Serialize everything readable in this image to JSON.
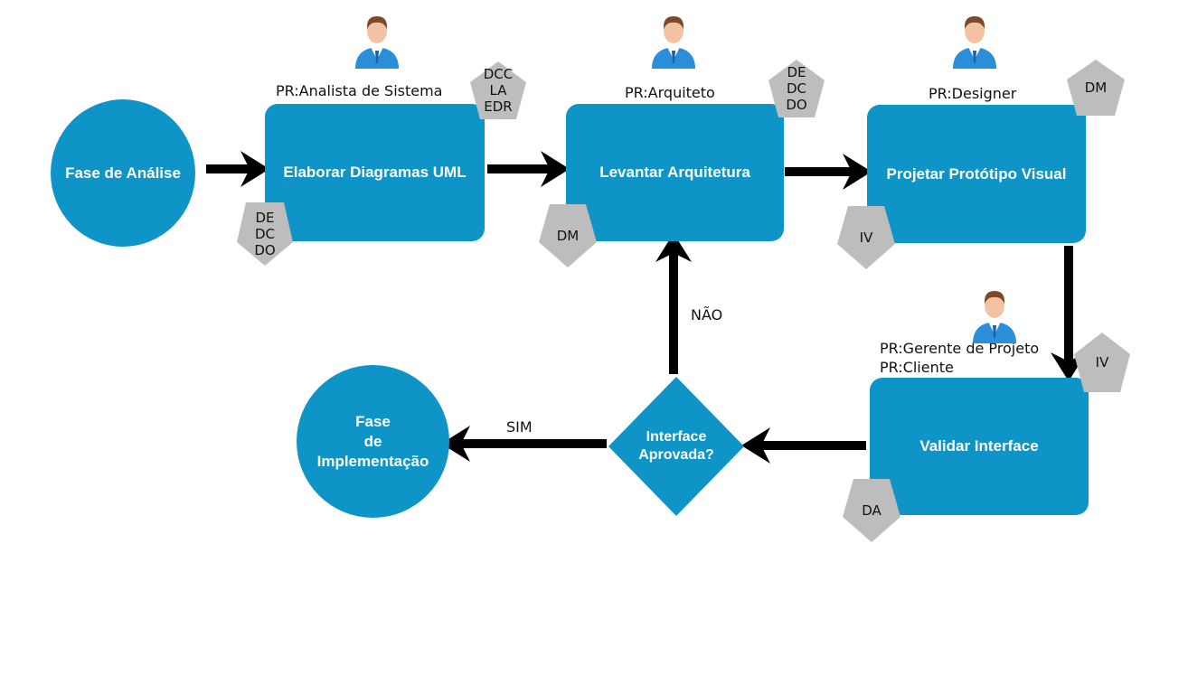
{
  "nodes": {
    "fase_analise": "Fase de Análise",
    "elaborar": "Elaborar Diagramas UML",
    "levantar": "Levantar Arquitetura",
    "projetar": "Projetar Protótipo Visual",
    "validar": "Validar Interface",
    "decisao": "Interface\nAprovada?",
    "fase_implementacao": "Fase\nde\nImplementação"
  },
  "roles": {
    "elaborar": "PR:Analista de Sistema",
    "levantar": "PR:Arquiteto",
    "projetar": "PR:Designer",
    "validar_1": "PR:Gerente de Projeto",
    "validar_2": "PR:Cliente"
  },
  "artifacts": {
    "elaborar_out": "DCC\nLA\nEDR",
    "elaborar_in": "DE\nDC\nDO",
    "levantar_out": "DE\nDC\nDO",
    "levantar_in": "DM",
    "projetar_out": "DM",
    "projetar_in": "IV",
    "validar_in": "IV",
    "validar_out": "DA"
  },
  "edges": {
    "nao": "NÃO",
    "sim": "SIM"
  },
  "colors": {
    "node": "#0f94c7",
    "artifact": "#bdbdbd",
    "arrow": "#000000"
  },
  "icons": {
    "actor": "person-icon"
  }
}
